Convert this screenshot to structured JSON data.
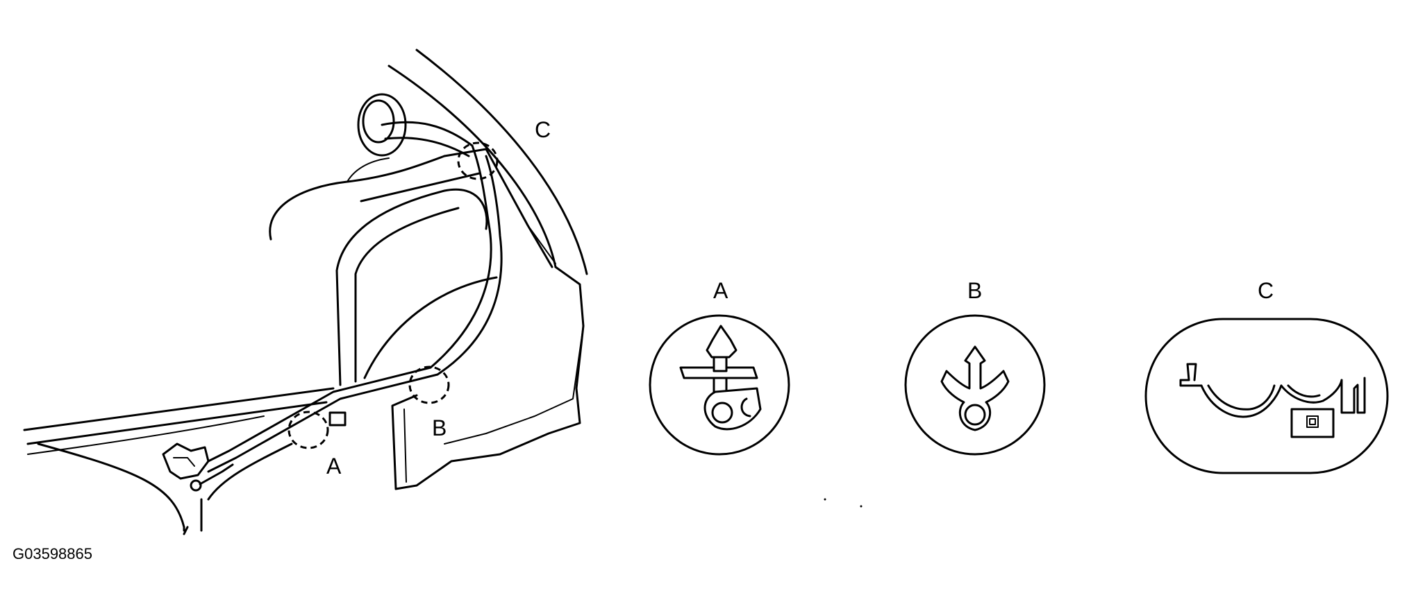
{
  "callout_labels": {
    "a": "A",
    "b": "B",
    "c": "C"
  },
  "detail_labels": {
    "a": "A",
    "b": "B",
    "c": "C"
  },
  "figure_id": "G03598865",
  "icons": {
    "detail_a": "clip-a-icon",
    "detail_b": "clip-b-icon",
    "detail_c": "clip-c-icon"
  }
}
